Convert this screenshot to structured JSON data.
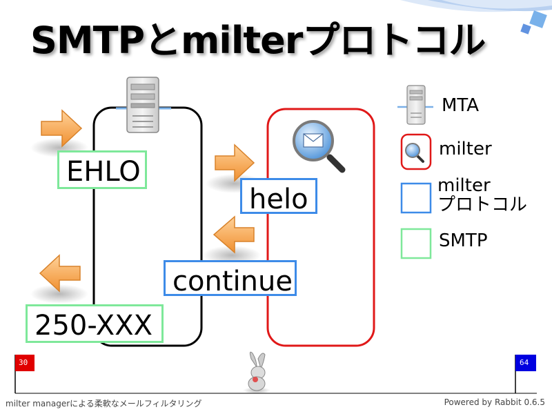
{
  "slide": {
    "title": "SMTPとmilterプロトコル",
    "labels": {
      "ehlo": "EHLO",
      "helo": "helo",
      "continue": "continue",
      "response": "250-XXX"
    },
    "legend": [
      {
        "icon": "server-icon",
        "text": "MTA"
      },
      {
        "icon": "milter-icon",
        "text": "milter"
      },
      {
        "icon": "blue-square-icon",
        "line1": "milter",
        "line2": "プロトコル"
      },
      {
        "icon": "green-square-icon",
        "text": "SMTP"
      }
    ]
  },
  "footer": {
    "left": "milter managerによる柔軟なメールフィルタリング",
    "right": "Powered by Rabbit 0.6.5",
    "page_start": "30",
    "page_end": "64"
  },
  "colors": {
    "smtp": "#7ee89a",
    "milter_protocol": "#3d8be8",
    "milter_box": "#e01818",
    "mta_box": "#000000",
    "arrow": "#f5a040",
    "flag_start": "#e00000",
    "flag_end": "#0000e0"
  }
}
